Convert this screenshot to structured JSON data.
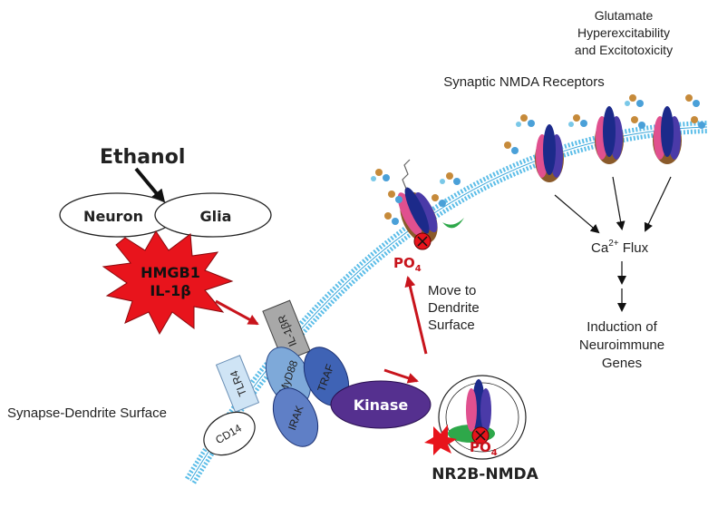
{
  "labels": {
    "ethanol": "Ethanol",
    "neuron": "Neuron",
    "glia": "Glia",
    "hmgb1": "HMGB1",
    "il1b": "IL-1β",
    "il1br": "IL-1βR",
    "tlr4": "TLR4",
    "myd88": "MyD88",
    "traf": "TRAF",
    "irak": "IRAK",
    "cd14": "CD14",
    "kinase": "Kinase",
    "po4_top_main": "PO",
    "po4_top_sub": "4",
    "po4_bottom_main": "PO",
    "po4_bottom_sub": "4",
    "nr2b": "NR2B-NMDA",
    "move_line1": "Move to",
    "move_line2": "Dendrite",
    "move_line3": "Surface",
    "glutamate_line1": "Glutamate",
    "glutamate_line2": "Hyperexcitability",
    "glutamate_line3": "and Excitotoxicity",
    "synaptic_nmda": "Synaptic NMDA Receptors",
    "ca_main": "Ca",
    "ca_sup": "2+",
    "ca_rest": " Flux",
    "induction_line1": "Induction of",
    "induction_line2": "Neuroimmune",
    "induction_line3": "Genes",
    "synapse_surface": "Synapse-Dendrite Surface"
  },
  "colors": {
    "membrane": "#5bbde8",
    "burst": "#e8141c",
    "arrow_red": "#c8141c",
    "il1br_gray": "#a8a8a8",
    "tlr4_blue": "#cfe4f5",
    "myd88_blue": "#7ea9d9",
    "traf_blue": "#3f63b5",
    "irak_blue": "#5f7fc6",
    "kinase_purple": "#55308f",
    "receptor_navy": "#1c2a8a",
    "receptor_purple": "#4a3aa8",
    "receptor_pink": "#e0508f",
    "receptor_brown": "#8a5a2a",
    "receptor_green": "#2ea84a"
  }
}
